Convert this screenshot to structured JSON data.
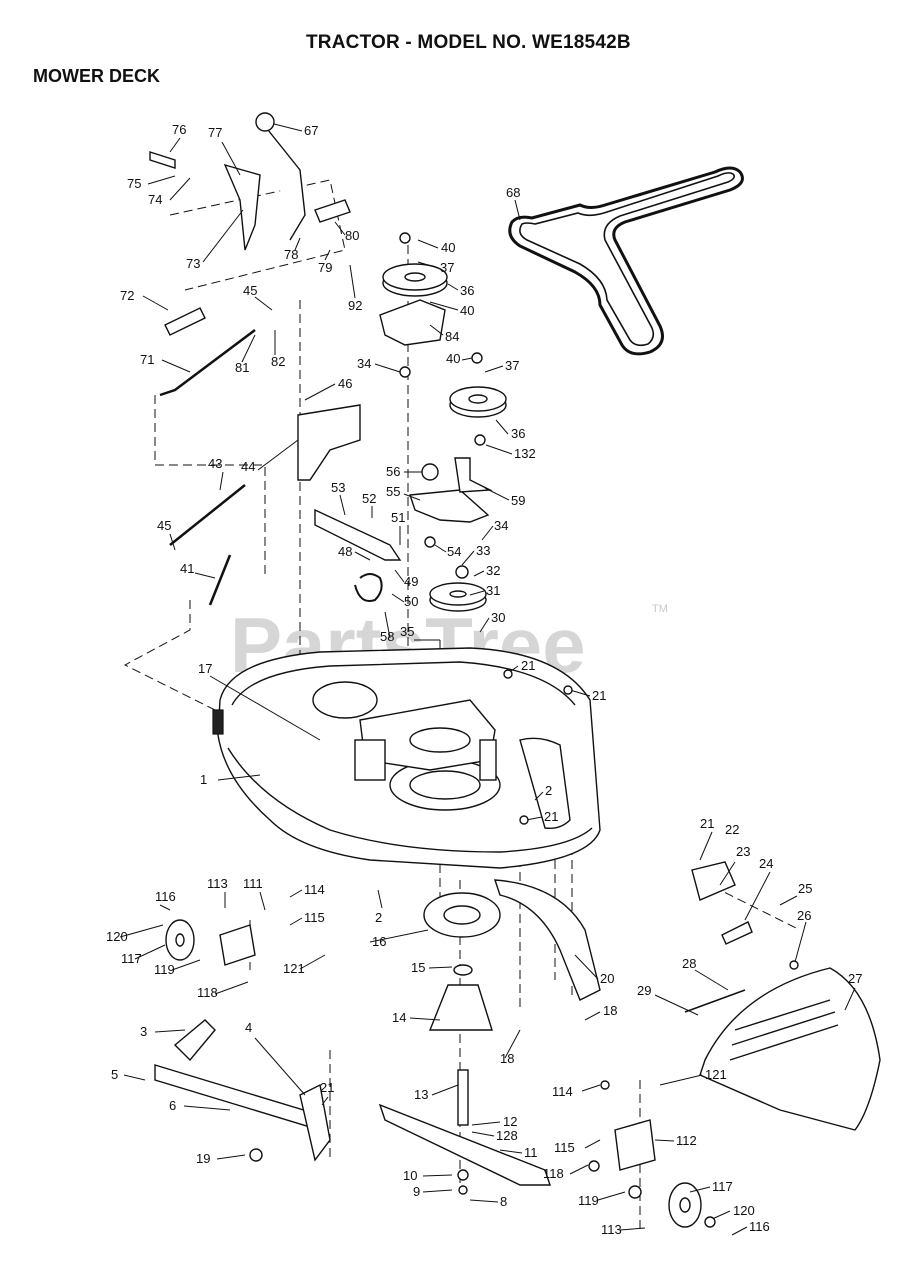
{
  "header": {
    "title": "TRACTOR - MODEL NO. WE18542B",
    "section": "MOWER DECK"
  },
  "watermark": {
    "text": "PartsTree",
    "trademark": "TM"
  },
  "colors": {
    "ink": "#111111",
    "watermark": "#d6d6d6",
    "background": "#ffffff"
  },
  "callouts": [
    "76",
    "77",
    "67",
    "75",
    "74",
    "80",
    "73",
    "78",
    "79",
    "92",
    "40",
    "37",
    "36",
    "40",
    "84",
    "68",
    "72",
    "45",
    "82",
    "81",
    "71",
    "34",
    "40",
    "37",
    "46",
    "36",
    "132",
    "44",
    "43",
    "56",
    "55",
    "59",
    "53",
    "52",
    "51",
    "34",
    "45",
    "48",
    "54",
    "33",
    "41",
    "49",
    "50",
    "32",
    "31",
    "58",
    "35",
    "30",
    "21",
    "17",
    "21",
    "1",
    "2",
    "21",
    "21",
    "22",
    "23",
    "24",
    "25",
    "26",
    "116",
    "113",
    "111",
    "114",
    "115",
    "2",
    "120",
    "16",
    "117",
    "119",
    "121",
    "15",
    "20",
    "118",
    "27",
    "28",
    "29",
    "14",
    "18",
    "3",
    "4",
    "18",
    "5",
    "21",
    "6",
    "13",
    "114",
    "121",
    "12",
    "128",
    "11",
    "115",
    "112",
    "19",
    "10",
    "118",
    "9",
    "117",
    "8",
    "119",
    "120",
    "113",
    "116"
  ]
}
